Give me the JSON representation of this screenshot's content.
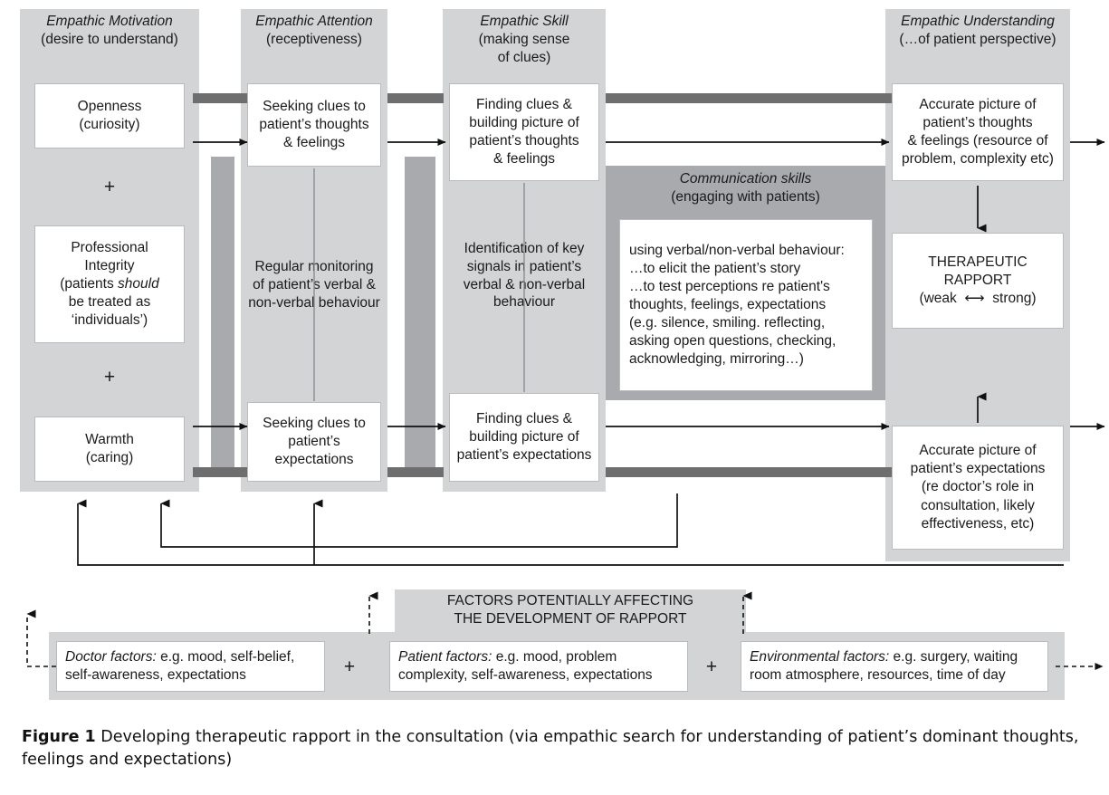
{
  "figure": {
    "label": "Figure 1",
    "caption": "Developing therapeutic rapport in the consultation (via empathic search for understanding of patient’s dominant thoughts, feelings and expectations)"
  },
  "colors": {
    "column_fill": "#d2d4d6",
    "mid_gray": "#a8aaad",
    "dark_connector": "#6e6e6e",
    "box_fill": "#ffffff",
    "text": "#1a1a1a"
  },
  "columns": [
    {
      "id": "empathic-motivation",
      "header_title": "Empathic Motivation",
      "header_sub": "(desire to understand)",
      "boxes": [
        {
          "id": "openness",
          "lines": [
            "Openness",
            "(curiosity)"
          ]
        },
        {
          "id": "professional-integrity",
          "lines": [
            "Professional",
            "Integrity",
            "(patients should",
            "be treated as",
            "‘individuals’)"
          ],
          "italic_word": "should"
        },
        {
          "id": "warmth",
          "lines": [
            "Warmth",
            "(caring)"
          ]
        }
      ],
      "operators": [
        "+",
        "+"
      ]
    },
    {
      "id": "empathic-attention",
      "header_title": "Empathic Attention",
      "header_sub": "(receptiveness)",
      "boxes": [
        {
          "id": "seeking-clues-thoughts",
          "lines": [
            "Seeking clues to",
            "patient’s thoughts",
            "& feelings"
          ]
        },
        {
          "id": "regular-monitoring",
          "lines": [
            "Regular monitoring",
            "of patient’s verbal &",
            "non-verbal behaviour"
          ],
          "no_border": true
        },
        {
          "id": "seeking-clues-expectations",
          "lines": [
            "Seeking clues to",
            "patient’s",
            "expectations"
          ]
        }
      ]
    },
    {
      "id": "empathic-skill",
      "header_title": "Empathic Skill",
      "header_sub": "(making sense\nof clues)",
      "boxes": [
        {
          "id": "finding-clues-thoughts",
          "lines": [
            "Finding clues &",
            "building picture of",
            "patient’s thoughts",
            "& feelings"
          ]
        },
        {
          "id": "identification-key-signals",
          "lines": [
            "Identification of key",
            "signals in patient’s",
            "verbal & non-verbal",
            "behaviour"
          ],
          "no_border": true
        },
        {
          "id": "finding-clues-expectations",
          "lines": [
            "Finding clues &",
            "building picture of",
            "patient’s expectations"
          ]
        }
      ]
    },
    {
      "id": "empathic-understanding",
      "header_title": "Empathic Understanding",
      "header_sub": "(…of patient perspective)",
      "boxes": [
        {
          "id": "accurate-picture-thoughts",
          "lines": [
            "Accurate picture of",
            "patient’s thoughts",
            "& feelings (resource of",
            "problem, complexity etc)"
          ]
        },
        {
          "id": "therapeutic-rapport",
          "lines": [
            "THERAPEUTIC",
            "RAPPORT",
            "(weak ↔ strong)"
          ]
        },
        {
          "id": "accurate-picture-expectations",
          "lines": [
            "Accurate picture of",
            "patient’s expectations",
            "(re doctor’s role in",
            "consultation, likely",
            "effectiveness, etc)"
          ]
        }
      ]
    }
  ],
  "communication": {
    "header_title": "Communication skills",
    "header_sub": "(engaging with patients)",
    "body_lines": [
      "using verbal/non-verbal behaviour:",
      "…to elicit the patient’s story",
      "…to test perceptions re patient's",
      "thoughts, feelings, expectations",
      "(e.g. silence, smiling. reflecting,",
      "asking open questions, checking,",
      "acknowledging, mirroring…)"
    ]
  },
  "rapport_label": {
    "weak": "weak",
    "strong": "strong",
    "arrow": "↔"
  },
  "factors": {
    "banner_line1": "FACTORS POTENTIALLY AFFECTING",
    "banner_line2": "THE DEVELOPMENT OF RAPPORT",
    "operators": [
      "+",
      "+"
    ],
    "items": [
      {
        "id": "doctor-factors",
        "title": "Doctor factors:",
        "line1_rest": " e.g. mood, self-belief,",
        "line2": "self-awareness, expectations"
      },
      {
        "id": "patient-factors",
        "title": "Patient factors:",
        "line1_rest": " e.g. mood, problem",
        "line2": "complexity, self-awareness, expectations"
      },
      {
        "id": "environmental-factors",
        "title": "Environmental factors:",
        "line1_rest": " e.g. surgery, waiting",
        "line2": "room atmosphere, resources, time of day"
      }
    ]
  }
}
